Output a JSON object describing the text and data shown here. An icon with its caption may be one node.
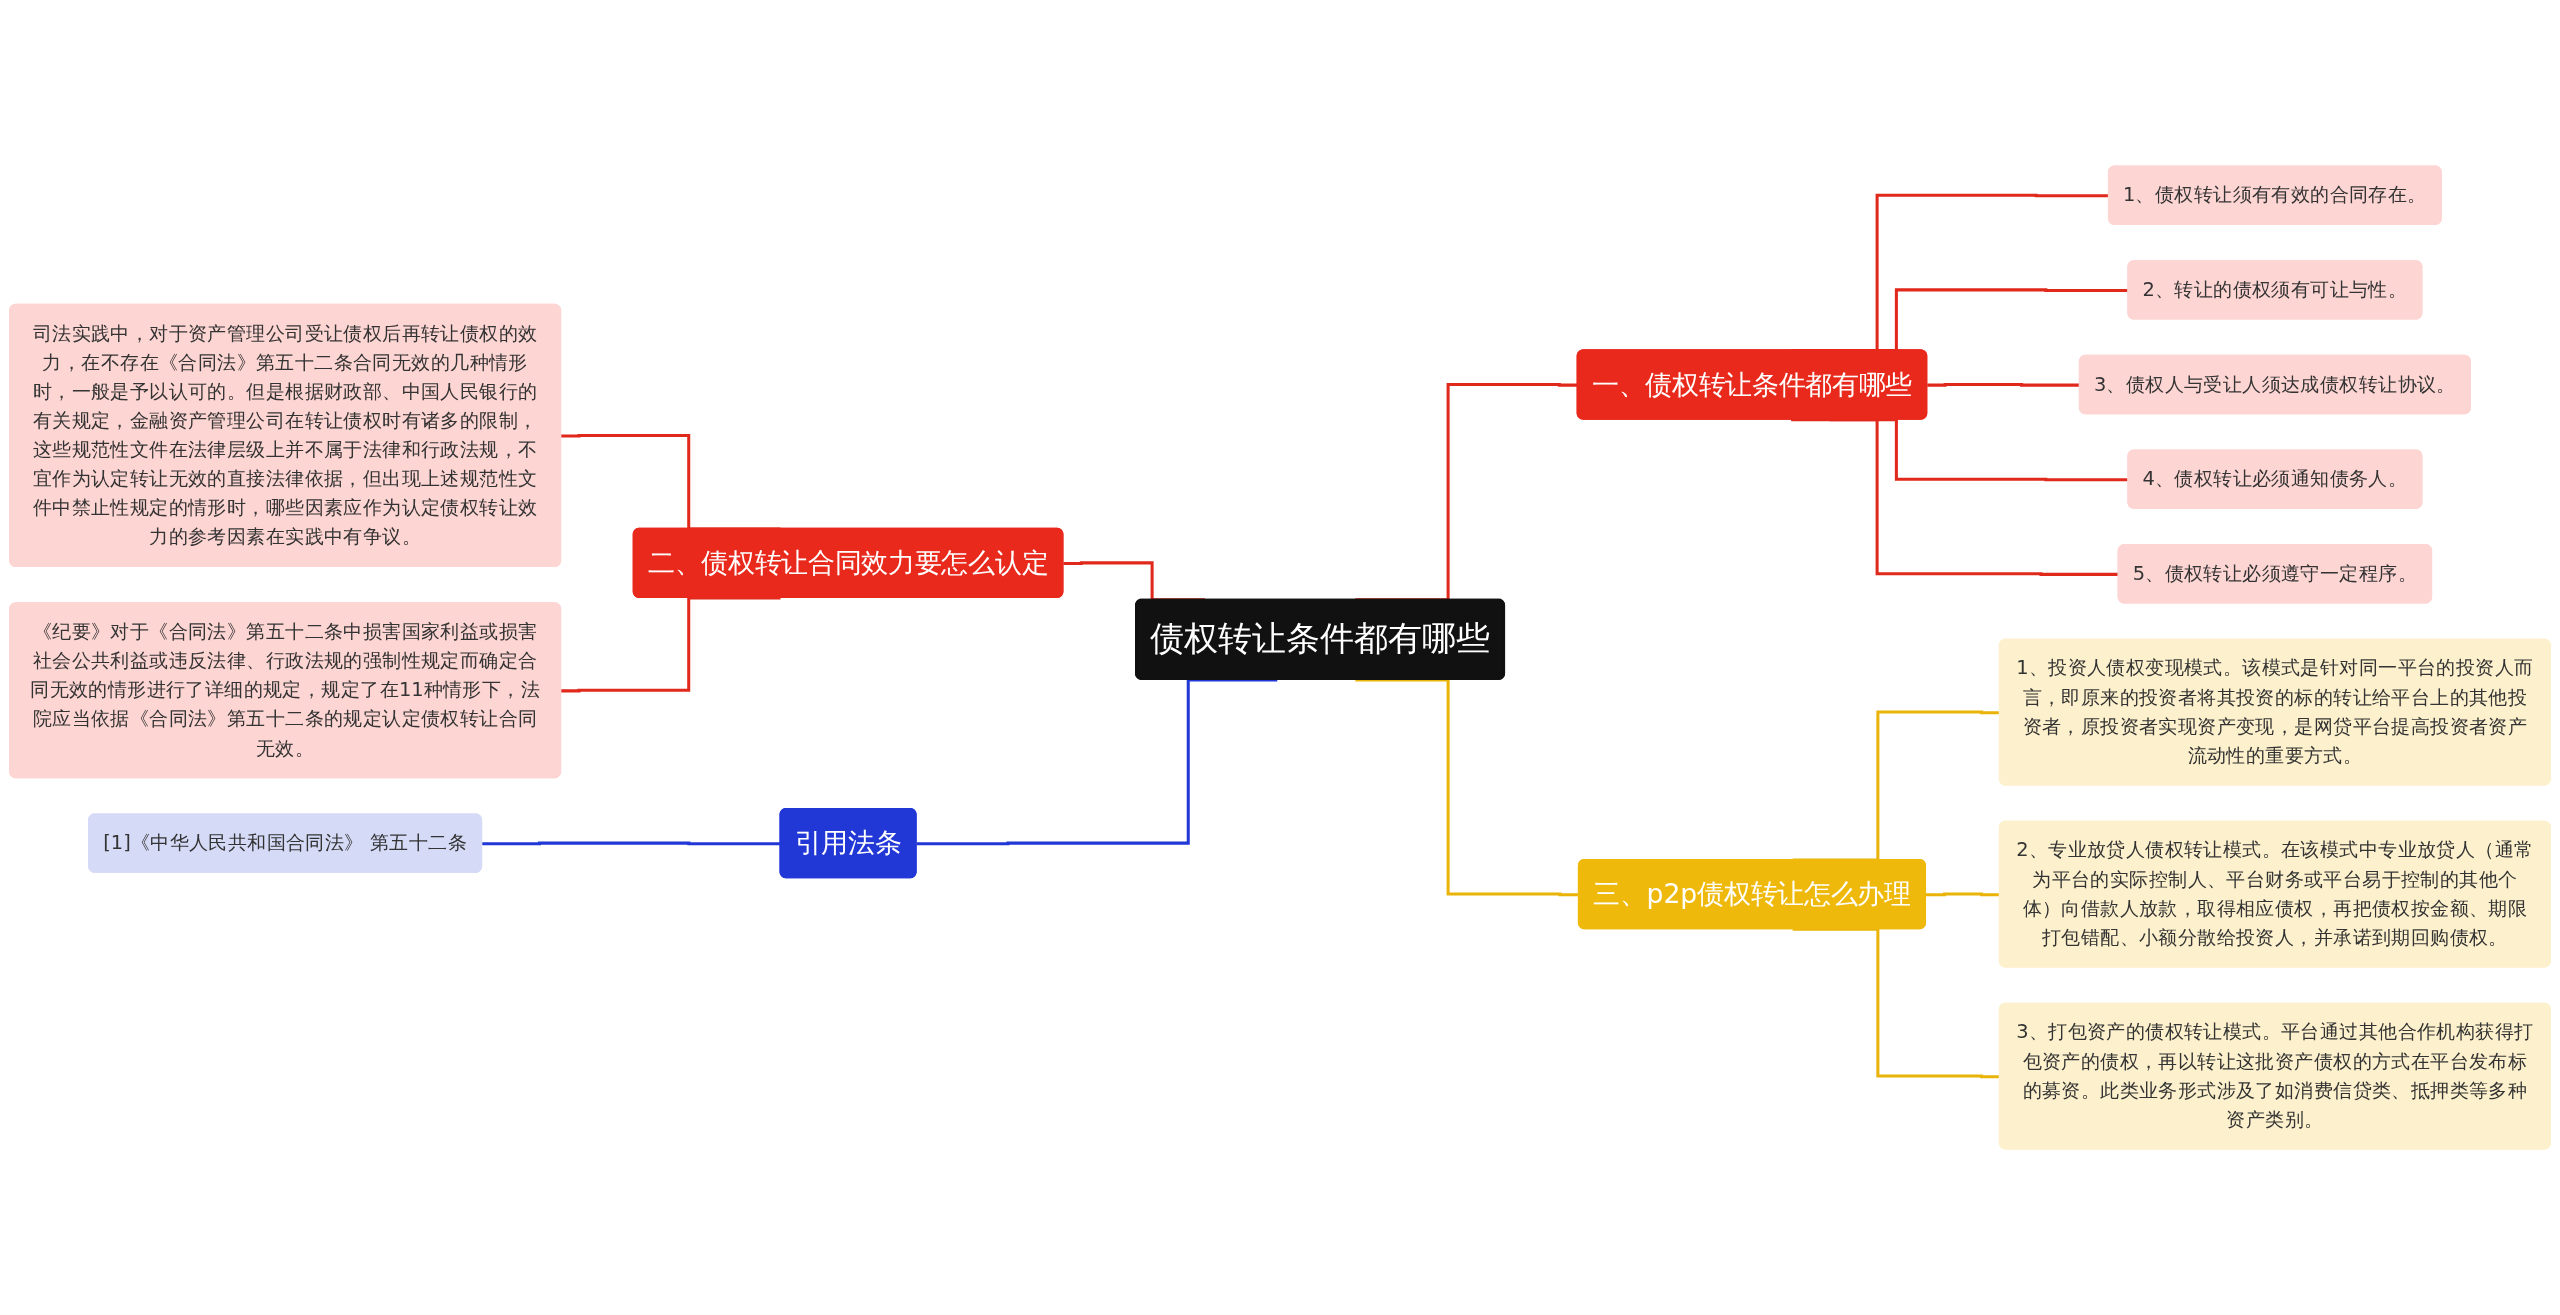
{
  "diagram": {
    "nodes": [
      {
        "text": [
          "债权转让条件都有哪些"
        ]
      },
      {
        "text": [
          "一、债权转让条件都有哪些"
        ]
      },
      {
        "text": [
          "1、债权转让须有有效的合同存在。"
        ]
      },
      {
        "text": [
          "2、转让的债权须有可让与性。"
        ]
      },
      {
        "text": [
          "3、债权人与受让人须达成债权转让协议。"
        ]
      },
      {
        "text": [
          "4、债权转让必须通知债务人。"
        ]
      },
      {
        "text": [
          "5、债权转让必须遵守一定程序。"
        ]
      },
      {
        "text": [
          "二、债权转让合同效力要怎么认定"
        ]
      },
      {
        "text": [
          "司法实践中，对于资产管理公司受让债权后再转让债权的效力，在不存在《合同法》第五十二条合同无效的几种情形时，一般是予以认可的。但是根据财政部、中国人民银行的有关规定，金融资产管理公司在转让债权时有诸多的限制，这些规范性文件在法律层级上并不属于法律和行政法规，不宜作为认定转让无效的直接法律依据，但出现上述规范性文件中禁止性规定的情形时，哪些因素应作为认定债权转让效力的参考因素在实践中有争议。"
        ]
      },
      {
        "text": [
          "《纪要》对于《合同法》第五十二条中损害国家利益或损害社会公共利益或违反法律、行政法规的强制性规定而确定合同无效的情形进行了详细的规定，规定了在11种情形下，法院应当依据《合同法》第五十二条的规定认定债权转让合同无效。"
        ]
      },
      {
        "text": [
          "引用法条"
        ]
      },
      {
        "text": [
          "[1]《中华人民共和国合同法》 第五十二条"
        ]
      },
      {
        "text": [
          "三、p2p债权转让怎么办理"
        ]
      },
      {
        "text": [
          "1、投资人债权变现模式。该模式是针对同一平台的投资人而言，即原来的投资者将其投资的标的转让给平台上的其他投资者，原投资者实现资产变现，是网贷平台提高投资者资产流动性的重要方式。"
        ]
      },
      {
        "text": [
          "2、专业放贷人债权转让模式。在该模式中专业放贷人（通常为平台的实际控制人、平台财务或平台易于控制的其他个体）向借款人放款，取得相应债权，再把债权按金额、期限打包错配、小额分散给投资人，并承诺到期回购债权。"
        ]
      },
      {
        "text": [
          "3、打包资产的债权转让模式。平台通过其他合作机构获得打包资产的债权，再以转让这批资产债权的方式在平台发布标的募资。此类业务形式涉及了如消费信贷类、抵押类等多种资产类别。"
        ]
      }
    ],
    "edges": [
      {
        "from": 0,
        "to": 1,
        "arrow": "none"
      },
      {
        "from": 1,
        "to": 2,
        "arrow": "none"
      },
      {
        "from": 1,
        "to": 3,
        "arrow": "none"
      },
      {
        "from": 1,
        "to": 4,
        "arrow": "none"
      },
      {
        "from": 1,
        "to": 5,
        "arrow": "none"
      },
      {
        "from": 1,
        "to": 6,
        "arrow": "none"
      },
      {
        "from": 0,
        "to": 7,
        "arrow": "none"
      },
      {
        "from": 7,
        "to": 8,
        "arrow": "none"
      },
      {
        "from": 7,
        "to": 9,
        "arrow": "none"
      },
      {
        "from": 0,
        "to": 10,
        "arrow": "none",
        "color": "#2137d6"
      },
      {
        "from": 10,
        "to": 11,
        "arrow": "none",
        "color": "#2137d6"
      },
      {
        "from": 0,
        "to": 12,
        "arrow": "none",
        "color": "#eab308"
      },
      {
        "from": 12,
        "to": 13,
        "arrow": "none",
        "color": "#eab308"
      },
      {
        "from": 12,
        "to": 14,
        "arrow": "none",
        "color": "#eab308"
      },
      {
        "from": 12,
        "to": 15,
        "arrow": "none",
        "color": "#eab308"
      }
    ]
  }
}
